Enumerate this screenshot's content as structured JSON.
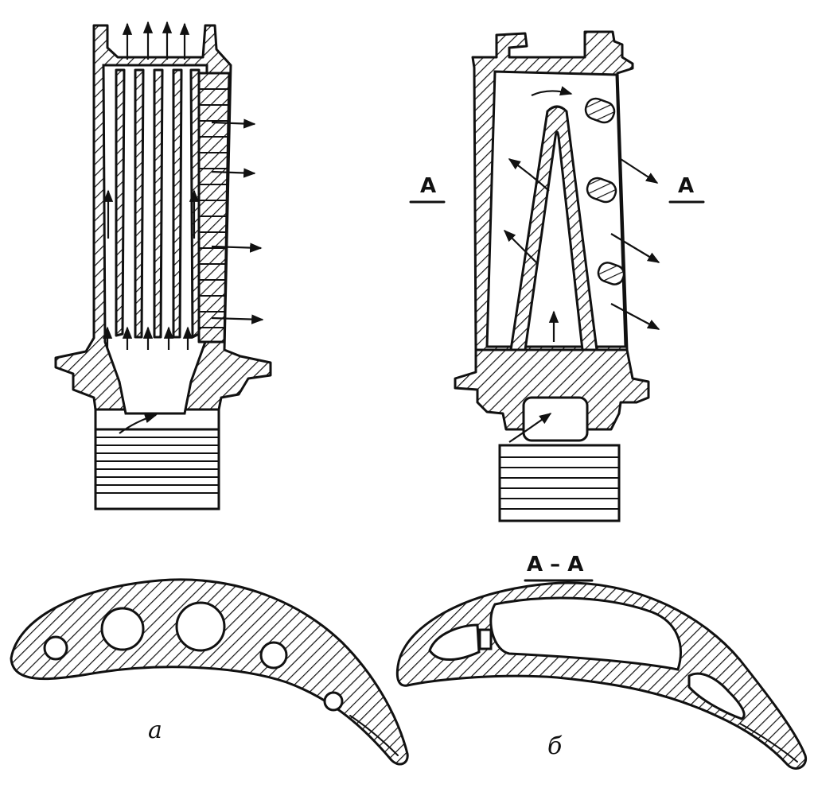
{
  "labels": {
    "section_left": "A",
    "section_right": "A",
    "section_title": "A – A",
    "caption_a": "а",
    "caption_b": "б"
  }
}
